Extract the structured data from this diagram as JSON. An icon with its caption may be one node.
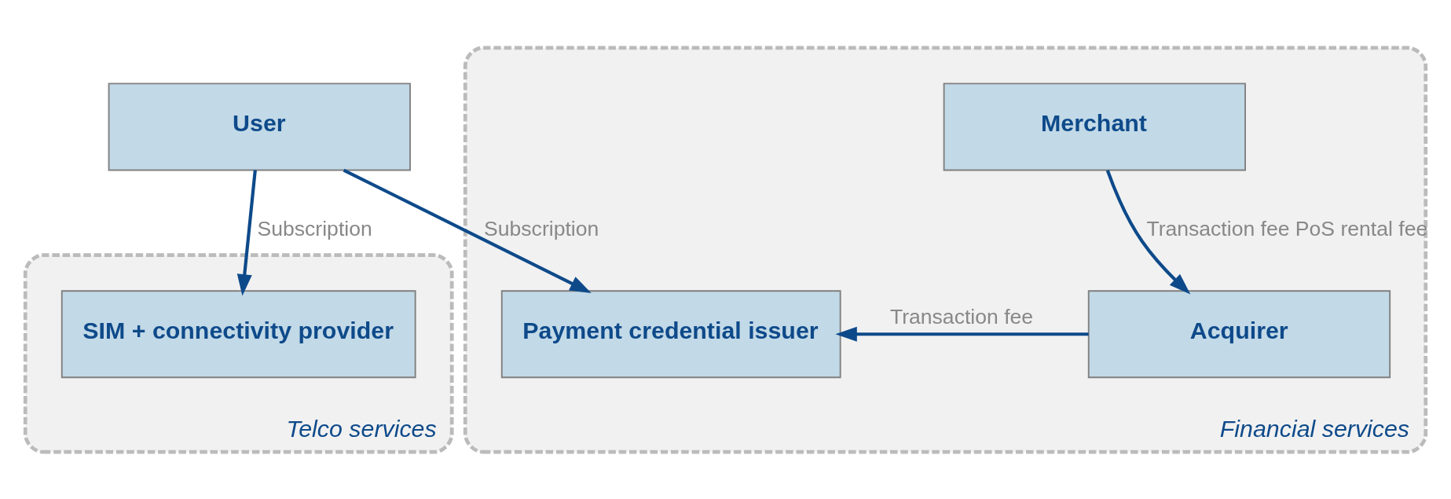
{
  "diagram": {
    "nodes": [
      {
        "text": [
          "User"
        ]
      },
      {
        "text": [
          "Telco services"
        ]
      },
      {
        "text": [
          "SIM + connectivity provider"
        ],
        "in": 1
      },
      {
        "text": [
          "Financial services"
        ]
      },
      {
        "text": [
          "Merchant"
        ],
        "in": 3
      },
      {
        "text": [
          "Payment credential issuer"
        ],
        "in": 3
      },
      {
        "text": [
          "Acquirer"
        ],
        "in": 3
      }
    ],
    "edges": [
      {
        "from": 0,
        "to": 2,
        "arrow": "to",
        "label": "Subscription"
      },
      {
        "from": 0,
        "to": 5,
        "arrow": "to",
        "label": "Subscription"
      },
      {
        "from": 4,
        "to": 6,
        "arrow": "to",
        "label": "Transaction fee PoS rental fee"
      },
      {
        "from": 6,
        "to": 5,
        "arrow": "to",
        "label": "Transaction fee"
      }
    ]
  }
}
